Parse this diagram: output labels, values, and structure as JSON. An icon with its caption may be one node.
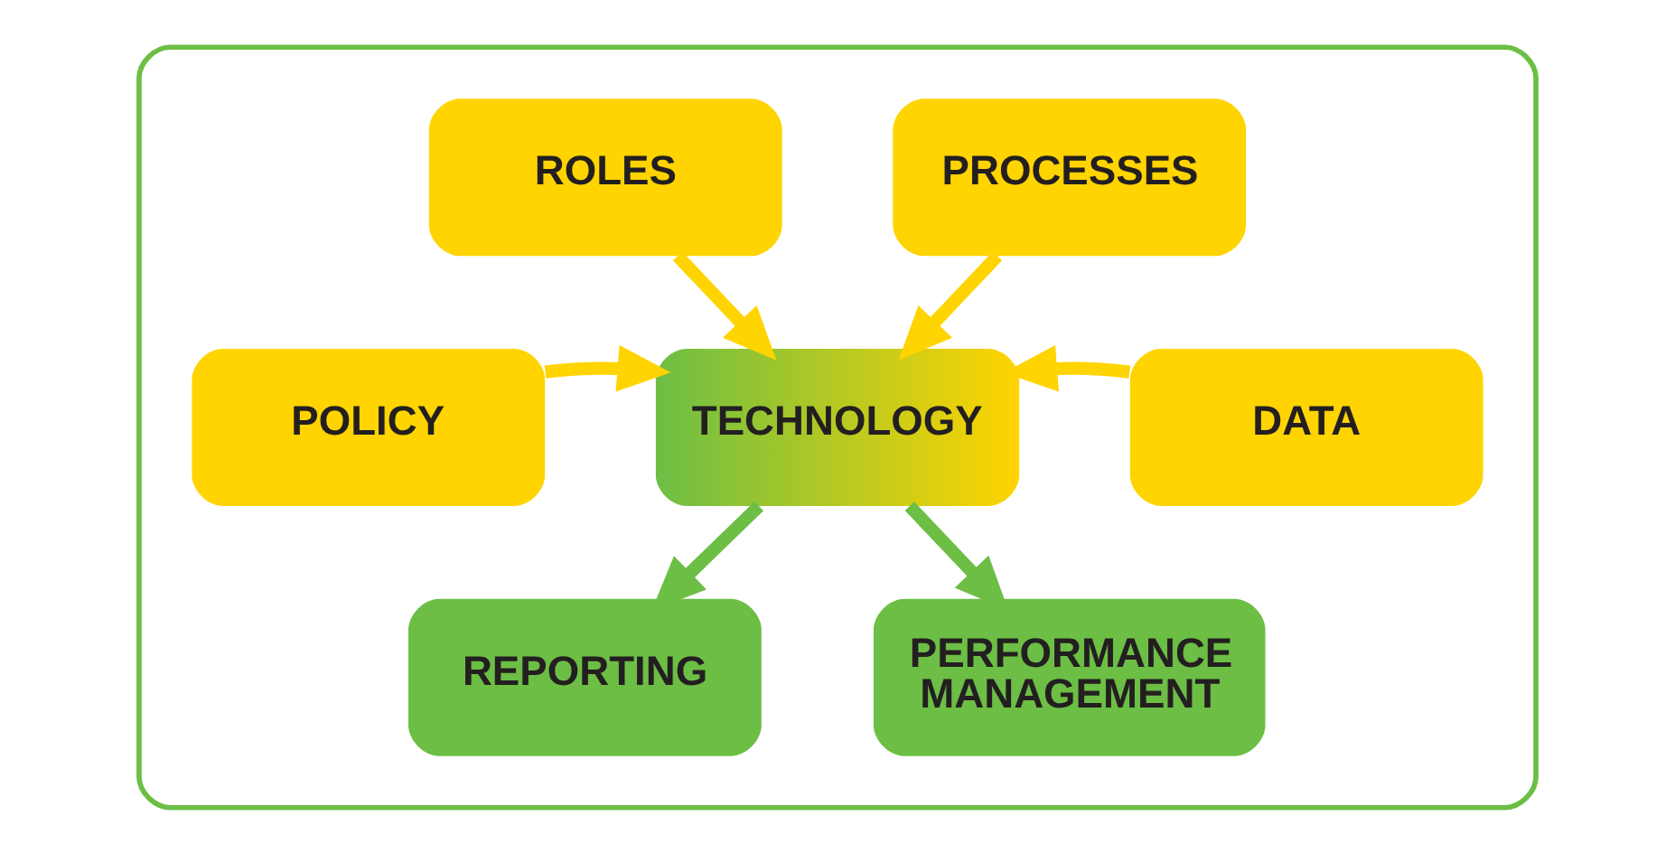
{
  "diagram": {
    "nodes": [
      {
        "text": [],
        "shape": "box"
      },
      {
        "text": [
          "ROLES"
        ],
        "in": 0
      },
      {
        "text": [
          "PROCESSES"
        ],
        "in": 0
      },
      {
        "text": [
          "POLICY"
        ],
        "in": 0
      },
      {
        "text": [
          "TECHNOLOGY"
        ],
        "in": 0
      },
      {
        "text": [
          "DATA"
        ],
        "in": 0
      },
      {
        "text": [
          "REPORTING"
        ],
        "in": 0
      },
      {
        "text": [
          "PERFORMANCE MANAGEMENT"
        ],
        "in": 0
      }
    ],
    "edges": [
      {
        "from": 1,
        "to": 4,
        "arrow": "to"
      },
      {
        "from": 2,
        "to": 4,
        "arrow": "to"
      },
      {
        "from": 3,
        "to": 4,
        "arrow": "to"
      },
      {
        "from": 5,
        "to": 4,
        "arrow": "to"
      },
      {
        "from": 4,
        "to": 6,
        "arrow": "to",
        "color": "#6cbe45"
      },
      {
        "from": 4,
        "to": 7,
        "arrow": "to",
        "color": "#6cbe45"
      }
    ]
  }
}
